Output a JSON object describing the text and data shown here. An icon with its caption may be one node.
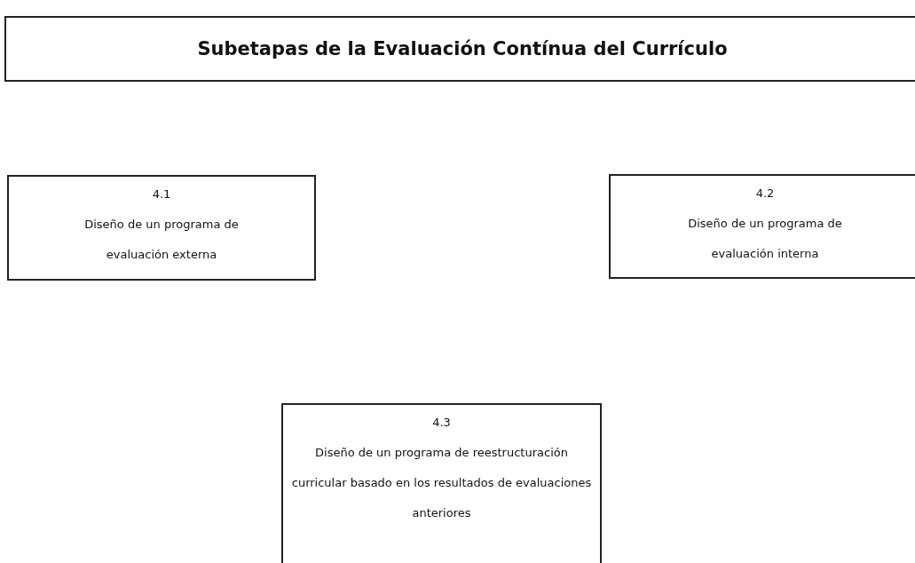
{
  "diagram": {
    "title": "Subetapas de la Evaluación Contínua del Currículo",
    "nodes": [
      {
        "text": [
          "4.1",
          "Diseño de un programa de evaluación externa"
        ]
      },
      {
        "text": [
          "4.2",
          "Diseño de un programa de evaluación interna"
        ]
      },
      {
        "text": [
          "4.3",
          "Diseño de un programa de reestructuración curricular basado en los resultados de evaluaciones anteriores"
        ]
      }
    ]
  }
}
